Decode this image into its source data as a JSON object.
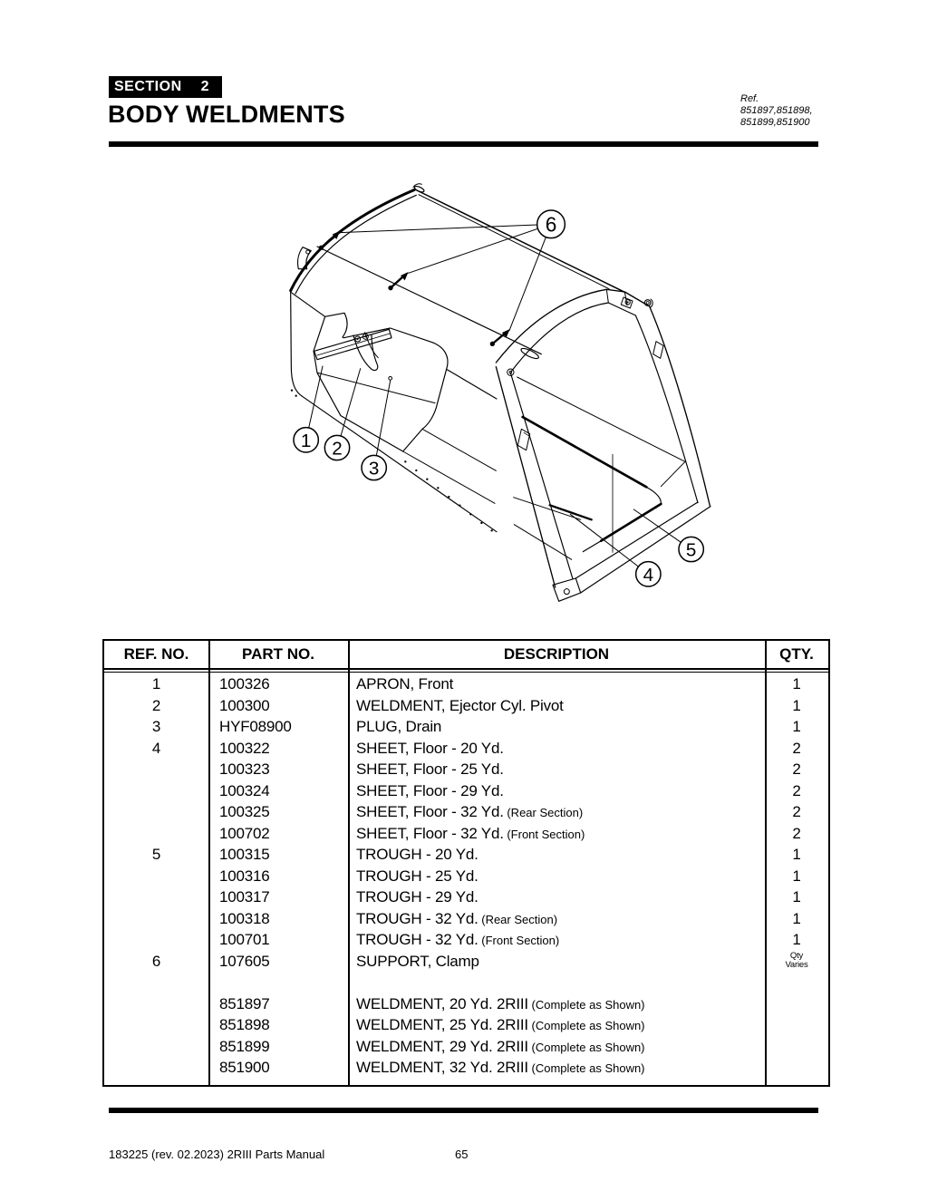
{
  "header": {
    "section_word": "SECTION",
    "section_number": "2",
    "title": "BODY WELDMENTS",
    "ref_label": "Ref.",
    "ref_line1": "851897,851898,",
    "ref_line2": "851899,851900"
  },
  "diagram": {
    "callouts": [
      "1",
      "2",
      "3",
      "4",
      "5",
      "6"
    ]
  },
  "table": {
    "columns": [
      "REF. NO.",
      "PART NO.",
      "DESCRIPTION",
      "QTY."
    ],
    "rows": [
      {
        "ref": "1",
        "part": "100326",
        "desc": "APRON, Front",
        "note": "",
        "qty": "1"
      },
      {
        "ref": "2",
        "part": "100300",
        "desc": "WELDMENT, Ejector Cyl. Pivot",
        "note": "",
        "qty": "1"
      },
      {
        "ref": "3",
        "part": "HYF08900",
        "desc": "PLUG, Drain",
        "note": "",
        "qty": "1"
      },
      {
        "ref": "4",
        "part": "100322",
        "desc": "SHEET, Floor - 20 Yd.",
        "note": "",
        "qty": "2"
      },
      {
        "ref": "",
        "part": "100323",
        "desc": "SHEET, Floor - 25 Yd.",
        "note": "",
        "qty": "2"
      },
      {
        "ref": "",
        "part": "100324",
        "desc": "SHEET, Floor - 29 Yd.",
        "note": "",
        "qty": "2"
      },
      {
        "ref": "",
        "part": "100325",
        "desc": "SHEET, Floor - 32 Yd.",
        "note": "(Rear Section)",
        "qty": "2"
      },
      {
        "ref": "",
        "part": "100702",
        "desc": "SHEET, Floor - 32 Yd.",
        "note": "(Front Section)",
        "qty": "2"
      },
      {
        "ref": "5",
        "part": "100315",
        "desc": "TROUGH - 20 Yd.",
        "note": "",
        "qty": "1"
      },
      {
        "ref": "",
        "part": "100316",
        "desc": "TROUGH - 25 Yd.",
        "note": "",
        "qty": "1"
      },
      {
        "ref": "",
        "part": "100317",
        "desc": "TROUGH - 29 Yd.",
        "note": "",
        "qty": "1"
      },
      {
        "ref": "",
        "part": "100318",
        "desc": "TROUGH - 32 Yd.",
        "note": "(Rear Section)",
        "qty": "1"
      },
      {
        "ref": "",
        "part": "100701",
        "desc": "TROUGH - 32 Yd.",
        "note": "(Front Section)",
        "qty": "1"
      },
      {
        "ref": "6",
        "part": "107605",
        "desc": "SUPPORT, Clamp",
        "note": "",
        "qty": "",
        "qty_lines": [
          "Qty",
          "Varies"
        ]
      },
      {
        "ref": "",
        "part": "",
        "desc": "",
        "note": "",
        "qty": ""
      },
      {
        "ref": "",
        "part": "851897",
        "desc": "WELDMENT, 20 Yd. 2RIII",
        "note": "(Complete as Shown)",
        "qty": ""
      },
      {
        "ref": "",
        "part": "851898",
        "desc": "WELDMENT, 25 Yd. 2RIII",
        "note": "(Complete as Shown)",
        "qty": ""
      },
      {
        "ref": "",
        "part": "851899",
        "desc": "WELDMENT, 29 Yd. 2RIII",
        "note": "(Complete as Shown)",
        "qty": ""
      },
      {
        "ref": "",
        "part": "851900",
        "desc": "WELDMENT, 32 Yd. 2RIII",
        "note": "(Complete as Shown)",
        "qty": ""
      }
    ]
  },
  "footer": {
    "doc_id": "183225  (rev. 02.2023) 2RIII Parts Manual",
    "page_number": "65"
  },
  "colors": {
    "ink": "#000000",
    "paper": "#ffffff"
  }
}
